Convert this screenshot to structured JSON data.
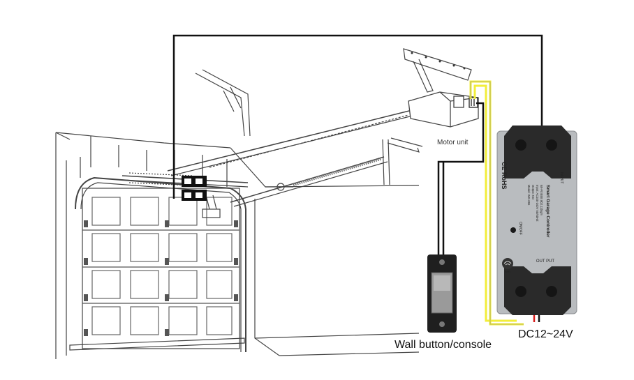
{
  "labels": {
    "motor_unit": "Motor unit",
    "wall_button": "Wall button/console",
    "power": "DC12~24V"
  },
  "controller": {
    "certifications": "CE RoHS",
    "input_label": "IN PUT",
    "output_label": "OUT PUT",
    "title": "Smart Garage Controller",
    "specs": [
      "WI-FI:IEEE 802.11b/g/n",
      "Input: AC100-240V 50/60HZ",
      "Output: NO",
      "Model: WG-096"
    ],
    "switch_label": "ON/OFF",
    "wifi_badge": "WiFi"
  },
  "colors": {
    "wire_black": "#111111",
    "wire_yellow": "#f2ee3a",
    "wire_red": "#d81e1e",
    "controller_body": "#b9bcbf",
    "controller_pad": "#2a2a2a"
  },
  "icons": {
    "wifi": "wifi-icon",
    "button": "wall-button-icon"
  }
}
